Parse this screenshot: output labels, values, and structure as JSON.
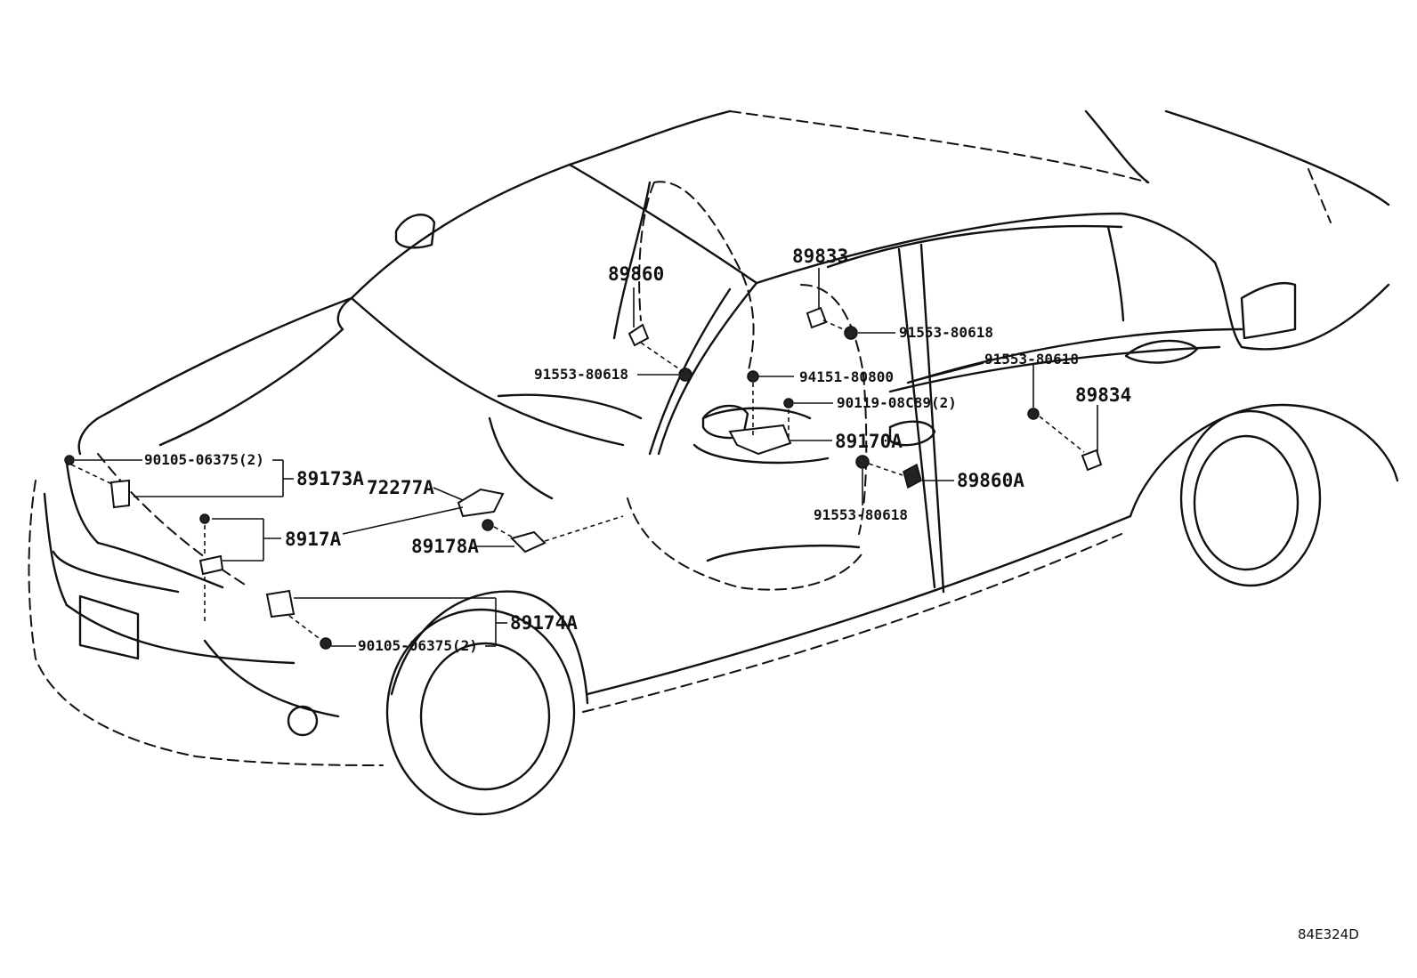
{
  "diagram_id": "84E324D",
  "labels": {
    "p89860": "89860",
    "p89833": "89833",
    "p91553_a": "91553-80618",
    "p91553_b": "91553-80618",
    "p91553_c": "91553-80618",
    "p91553_d": "91553-80618",
    "p94151": "94151-80800",
    "p90119": "90119-08C89(2)",
    "p89834": "89834",
    "p89170A": "89170A",
    "p89860A": "89860A",
    "p90105_a": "90105-06375(2)",
    "p90105_b": "90105-06375(2)",
    "p89173A": "89173A",
    "p72277A": "72277A",
    "p8917A": "8917A",
    "p89178A": "89178A",
    "p89174A": "89174A"
  }
}
